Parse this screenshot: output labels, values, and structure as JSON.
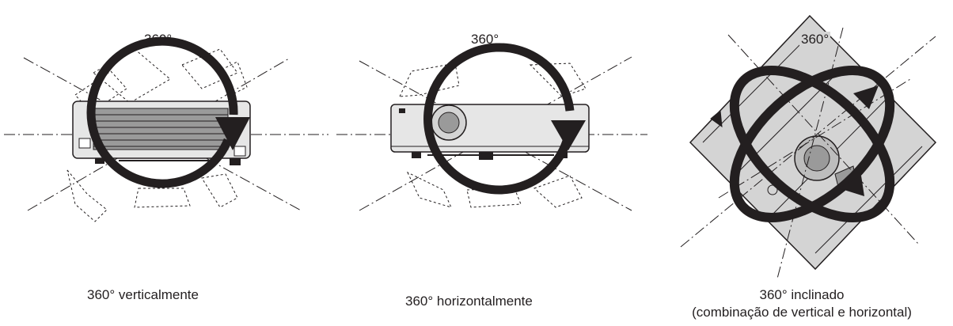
{
  "panels": [
    {
      "angle_label": "360°",
      "caption": "360° verticalmente"
    },
    {
      "angle_label": "360°",
      "caption": "360° horizontalmente"
    },
    {
      "angle_label": "360°",
      "caption_line1": "360° inclinado",
      "caption_line2": "(combinação de vertical e horizontal)"
    }
  ],
  "colors": {
    "line": "#231f20",
    "device_fill": "#e6e6e6",
    "device_dark": "#9a9a9a",
    "tilted_bg": "#d4d4d4"
  },
  "icons": [
    "rotation-arrow-icon",
    "projector-icon"
  ]
}
